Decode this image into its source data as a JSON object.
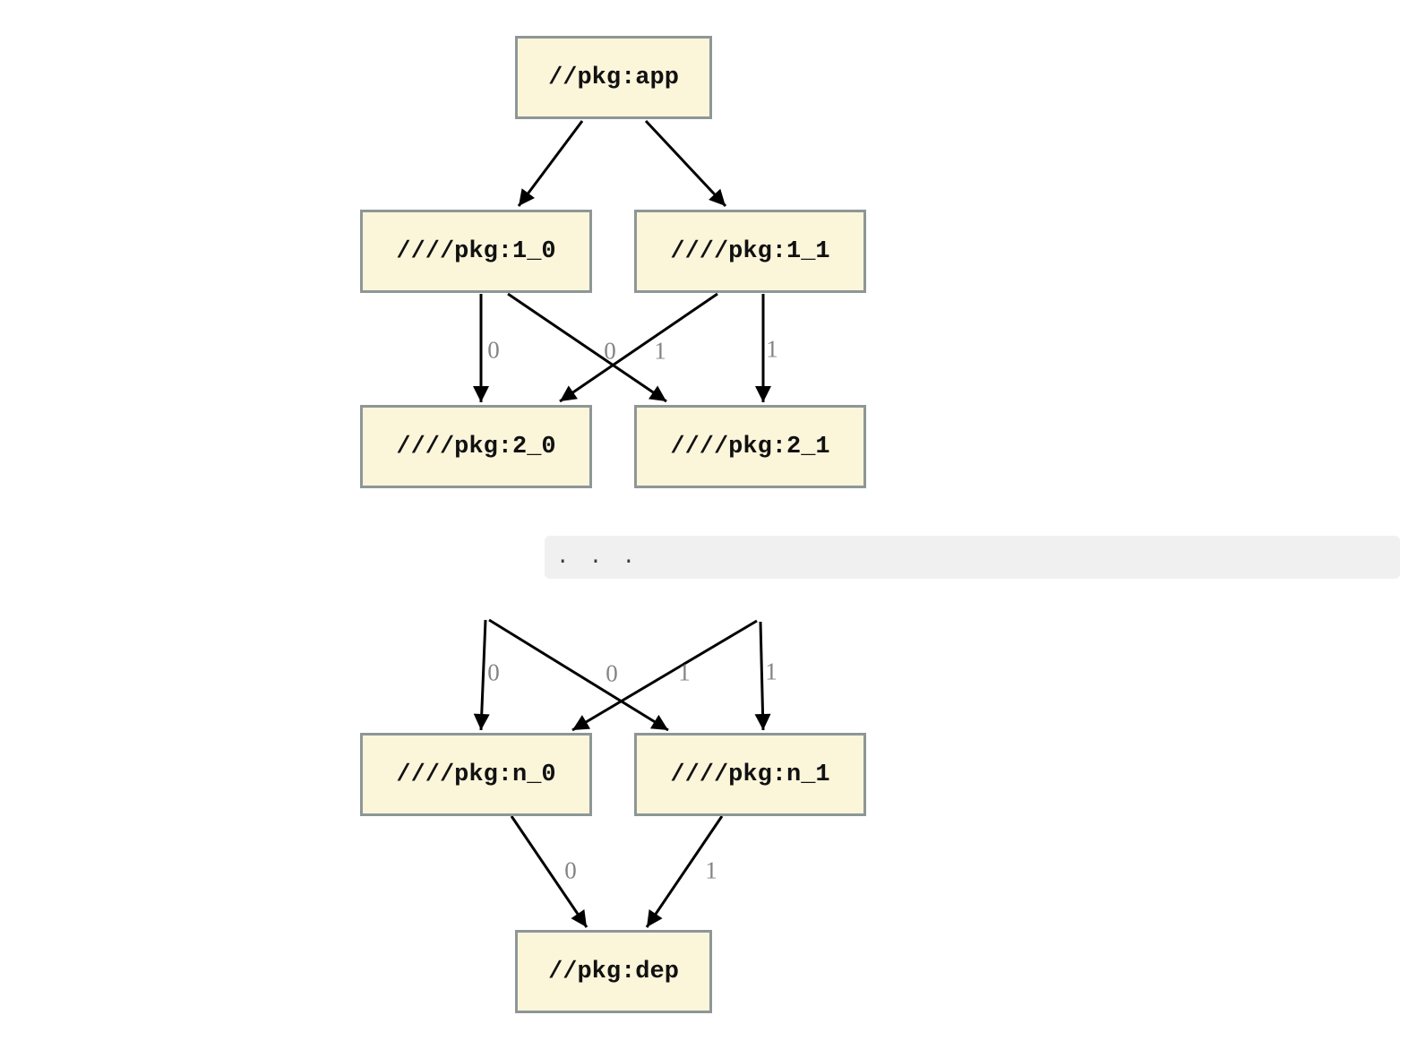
{
  "diagram": {
    "nodes": [
      {
        "id": "app",
        "label": "//pkg:app"
      },
      {
        "id": "pkg1_0",
        "label": "////pkg:1_0"
      },
      {
        "id": "pkg1_1",
        "label": "////pkg:1_1"
      },
      {
        "id": "pkg2_0",
        "label": "////pkg:2_0"
      },
      {
        "id": "pkg2_1",
        "label": "////pkg:2_1"
      },
      {
        "id": "pkgn_0",
        "label": "////pkg:n_0"
      },
      {
        "id": "pkgn_1",
        "label": "////pkg:n_1"
      },
      {
        "id": "dep",
        "label": "//pkg:dep"
      }
    ],
    "edges": [
      {
        "from": "app",
        "to": "pkg1_0",
        "label": ""
      },
      {
        "from": "app",
        "to": "pkg1_1",
        "label": ""
      },
      {
        "from": "pkg1_0",
        "to": "pkg2_0",
        "label": "0"
      },
      {
        "from": "pkg1_0",
        "to": "pkg2_1",
        "label": "0"
      },
      {
        "from": "pkg1_1",
        "to": "pkg2_0",
        "label": "1"
      },
      {
        "from": "pkg1_1",
        "to": "pkg2_1",
        "label": "1"
      },
      {
        "from": "ellipsis",
        "to": "pkgn_0",
        "label": "0"
      },
      {
        "from": "ellipsis",
        "to": "pkgn_1",
        "label": "0"
      },
      {
        "from": "ellipsis",
        "to": "pkgn_0",
        "label": "1"
      },
      {
        "from": "ellipsis",
        "to": "pkgn_1",
        "label": "1"
      },
      {
        "from": "pkgn_0",
        "to": "dep",
        "label": "0"
      },
      {
        "from": "pkgn_1",
        "to": "dep",
        "label": "1"
      }
    ],
    "separator": {
      "text": ". . ."
    },
    "colors": {
      "node_fill": "#fbf5da",
      "node_border": "#8e9697",
      "edge": "#000000",
      "edge_label": "#848484",
      "separator_bg": "#f0f0f0",
      "separator_text": "#3a3a3a"
    }
  }
}
